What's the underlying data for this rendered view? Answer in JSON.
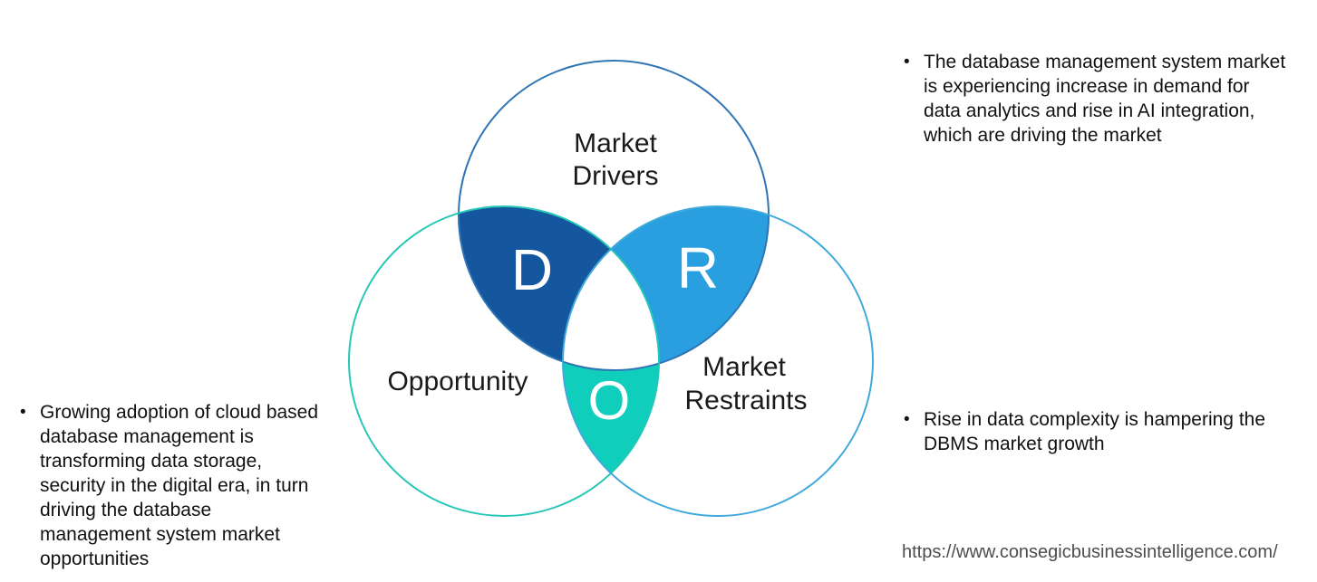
{
  "venn": {
    "drivers": {
      "letter": "D",
      "label_line1": "Market",
      "label_line2": "Drivers"
    },
    "restraints": {
      "letter": "R",
      "label_line1": "Market",
      "label_line2": "Restraints"
    },
    "opportunity": {
      "letter": "O",
      "label": "Opportunity"
    }
  },
  "colors": {
    "drivers_overlap_fill": "#15579e",
    "restraints_overlap_fill": "#2a9fdf",
    "opportunity_overlap_fill": "#0fcebc",
    "drivers_stroke": "#2e74b5",
    "restraints_stroke": "#3fa9dc",
    "opportunity_stroke": "#25c7b6",
    "center_fill": "#ffffff",
    "letter_color": "#ffffff"
  },
  "bullets": {
    "marker": "•",
    "left": "Growing adoption of cloud based database management is transforming data storage, security in the digital era, in turn driving the database management system market opportunities",
    "top_right": "The database management system market is experiencing increase in demand for data analytics and rise in AI integration, which are driving the market",
    "bottom_right": "Rise in data complexity is hampering the DBMS market growth"
  },
  "footer": {
    "url": "https://www.consegicbusinessintelligence.com/"
  }
}
